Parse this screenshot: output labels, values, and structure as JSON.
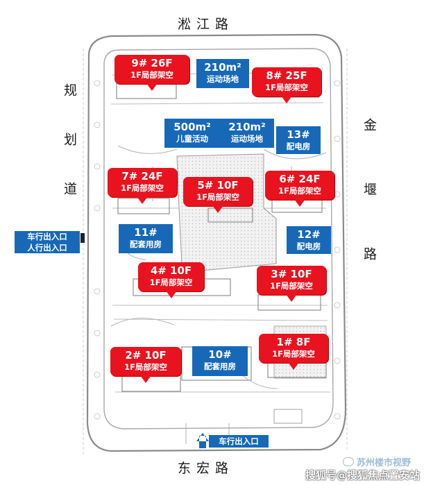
{
  "roads": {
    "north": "淞江路",
    "south": "东宏路",
    "west": "规划道路",
    "east": "金堰路"
  },
  "buildings": [
    {
      "id": "b9",
      "title": "9# 26F",
      "sub": "1F局部架空"
    },
    {
      "id": "b8",
      "title": "8# 25F",
      "sub": "1F局部架空"
    },
    {
      "id": "b7",
      "title": "7# 24F",
      "sub": "1F局部架空"
    },
    {
      "id": "b6",
      "title": "6# 24F",
      "sub": "1F局部架空"
    },
    {
      "id": "b5",
      "title": "5# 10F",
      "sub": "1F局部架空"
    },
    {
      "id": "b4",
      "title": "4# 10F",
      "sub": "1F局部架空"
    },
    {
      "id": "b3",
      "title": "3# 10F",
      "sub": "1F局部架空"
    },
    {
      "id": "b2",
      "title": "2# 10F",
      "sub": "1F局部架空"
    },
    {
      "id": "b1",
      "title": "1# 8F",
      "sub": "1F局部架空"
    }
  ],
  "facilities": [
    {
      "id": "sport1",
      "title": "210m²",
      "sub": "运动场地"
    },
    {
      "id": "kids",
      "title": "500m²",
      "sub": "儿童活动"
    },
    {
      "id": "sport2",
      "title": "210m²",
      "sub": "运动场地"
    },
    {
      "id": "f13",
      "title": "13#",
      "sub": "配电房"
    },
    {
      "id": "f11",
      "title": "11#",
      "sub": "配套用房"
    },
    {
      "id": "f12",
      "title": "12#",
      "sub": "配电房"
    },
    {
      "id": "f10",
      "title": "10#",
      "sub": "配套用房"
    }
  ],
  "entrances": {
    "west_line1": "车行出入口",
    "west_line2": "人行出入口",
    "south": "车行出入口"
  },
  "watermark": {
    "account": "苏州楼市视野",
    "site": "搜狐号@搜狐焦点置安站"
  },
  "colors": {
    "building_label": "#e8131f",
    "facility_label": "#1769b8",
    "plan_lines": "#9a9a9a"
  }
}
